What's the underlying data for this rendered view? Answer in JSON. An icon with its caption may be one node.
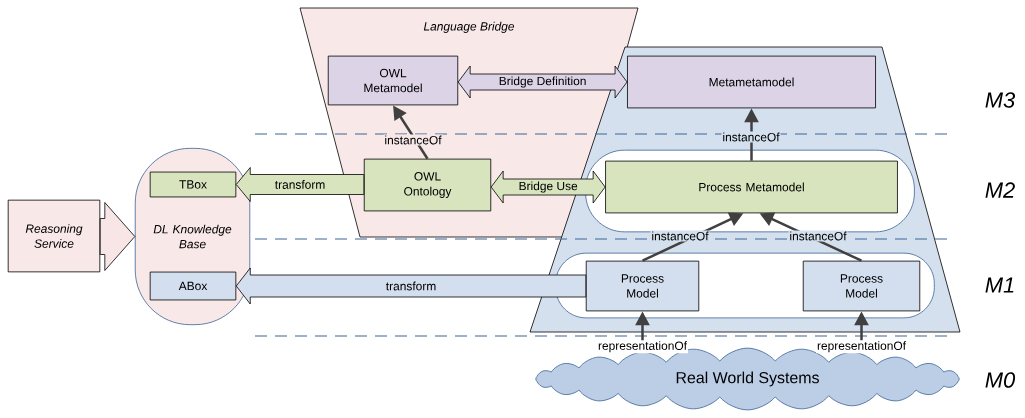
{
  "diagram": {
    "nodes": [
      {
        "text": [
          "Language Bridge"
        ]
      },
      {
        "text": [
          "OWL Metamodel"
        ],
        "in": 0
      },
      {
        "text": [
          "OWL Ontology"
        ],
        "in": 0
      },
      {
        "text": [],
        "shape": "trapezoid"
      },
      {
        "text": [
          "Metametamodel"
        ],
        "in": 3
      },
      {
        "text": [],
        "shape": "band",
        "in": 3
      },
      {
        "text": [
          "Process Metamodel"
        ],
        "in": 5
      },
      {
        "text": [
          "Reasoning Service"
        ]
      },
      {
        "text": [
          "DL Knowledge Base"
        ]
      },
      {
        "text": [
          "TBox"
        ],
        "in": 8
      },
      {
        "text": [
          "ABox"
        ],
        "in": 8
      },
      {
        "text": [],
        "shape": "band",
        "in": 3
      },
      {
        "text": [
          "Process Model"
        ],
        "in": 11
      },
      {
        "text": [
          "Process Model"
        ],
        "in": 11
      },
      {
        "text": [
          "Real World Systems"
        ]
      }
    ],
    "edges": [
      {
        "from": 2,
        "to": 1,
        "label": "instanceOf",
        "arrow": "to"
      },
      {
        "from": 1,
        "to": 4,
        "label": "Bridge Definition",
        "arrow": "both",
        "style": "thick",
        "color": "#dcd3e6"
      },
      {
        "from": 6,
        "to": 4,
        "label": "instanceOf",
        "arrow": "to"
      },
      {
        "from": 2,
        "to": 9,
        "label": "transform",
        "arrow": "to",
        "style": "thick",
        "color": "#d7e4bd"
      },
      {
        "from": 2,
        "to": 6,
        "label": "Bridge Use",
        "arrow": "both",
        "style": "thick",
        "color": "#d7e4bd"
      },
      {
        "from": 7,
        "to": 8,
        "arrow": "to",
        "style": "thick",
        "color": "#f8e6e6"
      },
      {
        "from": 12,
        "to": 6,
        "label": "instanceOf",
        "arrow": "to"
      },
      {
        "from": 13,
        "to": 6,
        "label": "instanceOf",
        "arrow": "to"
      },
      {
        "from": 12,
        "to": 10,
        "label": "transform",
        "arrow": "to",
        "style": "thick",
        "color": "#d3dfee"
      },
      {
        "from": 14,
        "to": 12,
        "label": "representationOf",
        "arrow": "to"
      },
      {
        "from": 14,
        "to": 13,
        "label": "representationOf",
        "arrow": "to"
      }
    ],
    "labels": [
      "M3",
      "M2",
      "M1",
      "M0"
    ]
  }
}
